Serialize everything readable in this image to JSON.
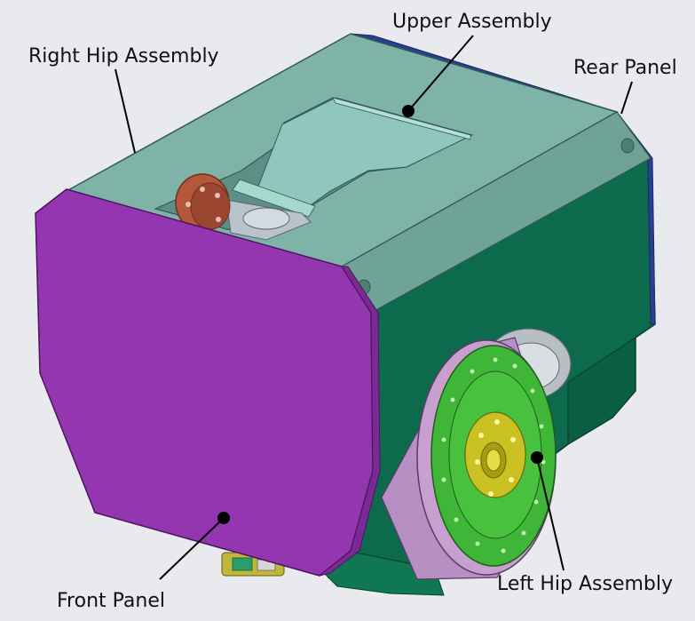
{
  "labels": {
    "upper_assembly": "Upper Assembly",
    "right_hip_assembly": "Right Hip Assembly",
    "rear_panel": "Rear Panel",
    "front_panel": "Front Panel",
    "left_hip_assembly": "Left Hip Assembly"
  },
  "colors": {
    "background": "#e8eaee",
    "top_plate": "#7fb3a8",
    "body_side": "#0d6a4c",
    "front_panel": "#9336b0",
    "rear_edge": "#2a3f8f",
    "hip_disc": "#3fb637",
    "hub": "#c9c222",
    "flange": "#b4583c",
    "wheel_rim": "#c7a0cf",
    "leader_line": "#000000"
  }
}
